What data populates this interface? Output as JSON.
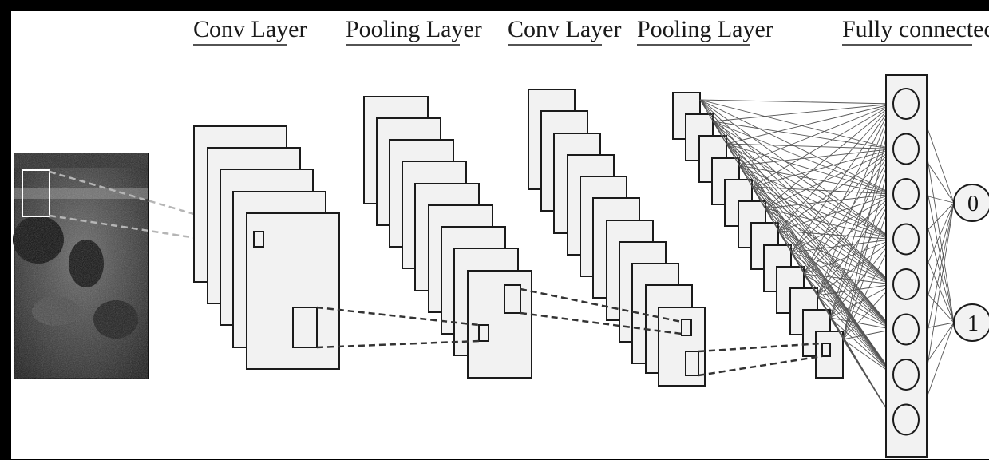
{
  "layers": [
    {
      "name": "conv-layer-1",
      "label": "Conv Layer"
    },
    {
      "name": "pooling-layer-1",
      "label": "Pooling Layer"
    },
    {
      "name": "conv-layer-2",
      "label": "Conv Layer"
    },
    {
      "name": "pooling-layer-2",
      "label": "Pooling Layer"
    },
    {
      "name": "fully-connected",
      "label": "Fully connected"
    }
  ],
  "fc_nodes": 8,
  "outputs": [
    {
      "label": "0"
    },
    {
      "label": "1"
    }
  ],
  "colors": {
    "frame": "#000000",
    "sheet_fill": "#f2f2f2",
    "stroke": "#1b1b1b",
    "dashed_dark": "#333333",
    "dashed_light": "#b5b5b5",
    "connection": "#555555"
  },
  "input_image": {
    "description_icon": "ultrasound-image"
  }
}
